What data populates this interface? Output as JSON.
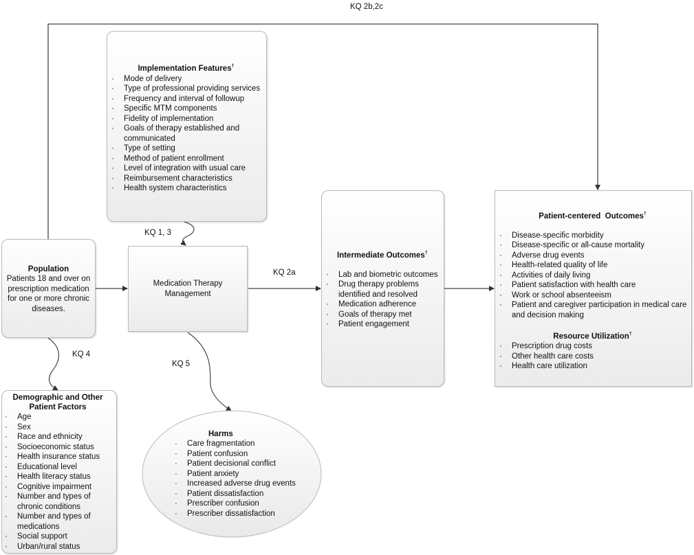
{
  "labels": {
    "kq2bc": "KQ 2b,2c",
    "kq13": "KQ 1, 3",
    "kq2a": "KQ 2a",
    "kq4": "KQ 4",
    "kq5": "KQ 5"
  },
  "implementation": {
    "title": "Implementation Features",
    "mark": "†",
    "items": [
      "Mode of delivery",
      "Type of professional providing services",
      "Frequency and interval of followup",
      "Specific MTM components",
      "Fidelity of implementation",
      "Goals of therapy established and communicated",
      "Type of setting",
      "Method of patient enrollment",
      "Level of integration with usual care",
      "Reimbursement characteristics",
      "Health system characteristics"
    ]
  },
  "population": {
    "title": "Population",
    "text": "Patients 18 and over on prescription medication for one or more chronic diseases."
  },
  "mtm": {
    "text": "Medication Therapy Management"
  },
  "intermediate": {
    "title": "Intermediate Outcomes",
    "mark": "†",
    "items": [
      "Lab and biometric outcomes",
      "Drug therapy problems identified and resolved",
      "Medication adherence",
      "Goals of therapy met",
      "Patient engagement"
    ]
  },
  "patient_centered": {
    "title": "Patient-centered  Outcomes",
    "mark": "†",
    "items": [
      "Disease-specific morbidity",
      "Disease-specific or all-cause mortality",
      "Adverse drug events",
      "Health-related quality of life",
      "Activities of daily living",
      "Patient satisfaction with health care",
      "Work or school absenteeism",
      "Patient and caregiver participation in medical care and decision making"
    ],
    "resource_title": "Resource Utilization",
    "resource_mark": "†",
    "resource_items": [
      "Prescription drug costs",
      "Other health care costs",
      "Health care utilization"
    ]
  },
  "demographic": {
    "title": "Demographic and Other Patient Factors",
    "items": [
      "Age",
      "Sex",
      "Race and ethnicity",
      "Socioeconomic status",
      "Health insurance status",
      "Educational level",
      "Health literacy status",
      "Cognitive impairment",
      "Number and types of chronic conditions",
      "Number and types of medications",
      "Social support",
      "Urban/rural status"
    ]
  },
  "harms": {
    "title": "Harms",
    "items": [
      "Care fragmentation",
      "Patient confusion",
      "Patient decisional conflict",
      "Patient anxiety",
      "Increased adverse drug events",
      "Patient dissatisfaction",
      "Prescriber confusion",
      "Prescriber dissatisfaction"
    ]
  }
}
